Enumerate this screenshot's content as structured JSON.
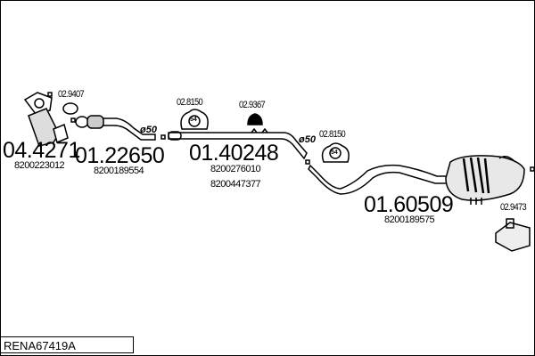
{
  "diagram_ref": "RENA67419A",
  "parts": [
    {
      "part_no": "04.4271",
      "oe_numbers": [
        "8200223012"
      ]
    },
    {
      "part_no": "01.22650",
      "oe_numbers": [
        "8200189554"
      ]
    },
    {
      "part_no": "01.40248",
      "oe_numbers": [
        "8200276010",
        "8200447377"
      ]
    },
    {
      "part_no": "01.60509",
      "oe_numbers": [
        "8200189575"
      ]
    }
  ],
  "accessories": [
    {
      "part_no": "02.9407"
    },
    {
      "part_no": "02.8150",
      "badge": "54"
    },
    {
      "part_no": "02.9367"
    },
    {
      "part_no": "02.8150",
      "badge": "54"
    },
    {
      "part_no": "02.9473"
    }
  ],
  "diameters": [
    "ø50",
    "ø50"
  ]
}
